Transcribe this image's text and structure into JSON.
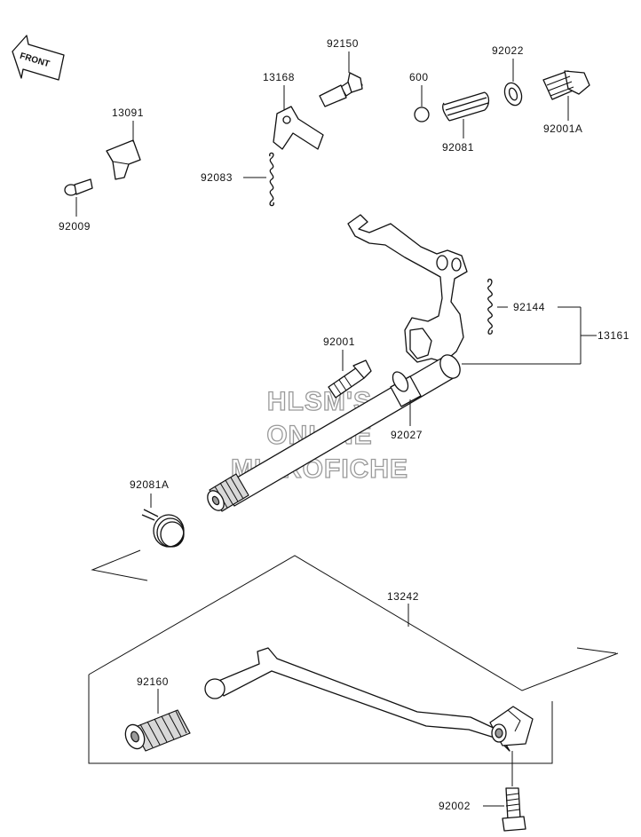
{
  "orientation": {
    "label": "FRONT"
  },
  "watermark": {
    "lines": [
      "HLSM'S",
      "ONLINE",
      "MICROFICHE"
    ]
  },
  "parts": {
    "p92150": "92150",
    "p13168": "13168",
    "p13091": "13091",
    "p600": "600",
    "p92022": "92022",
    "p92001A": "92001A",
    "p92081": "92081",
    "p92083": "92083",
    "p92009": "92009",
    "p92144": "92144",
    "p13161": "13161",
    "p92001": "92001",
    "p92027": "92027",
    "p92081A": "92081A",
    "p13242": "13242",
    "p92160": "92160",
    "p92002": "92002"
  }
}
